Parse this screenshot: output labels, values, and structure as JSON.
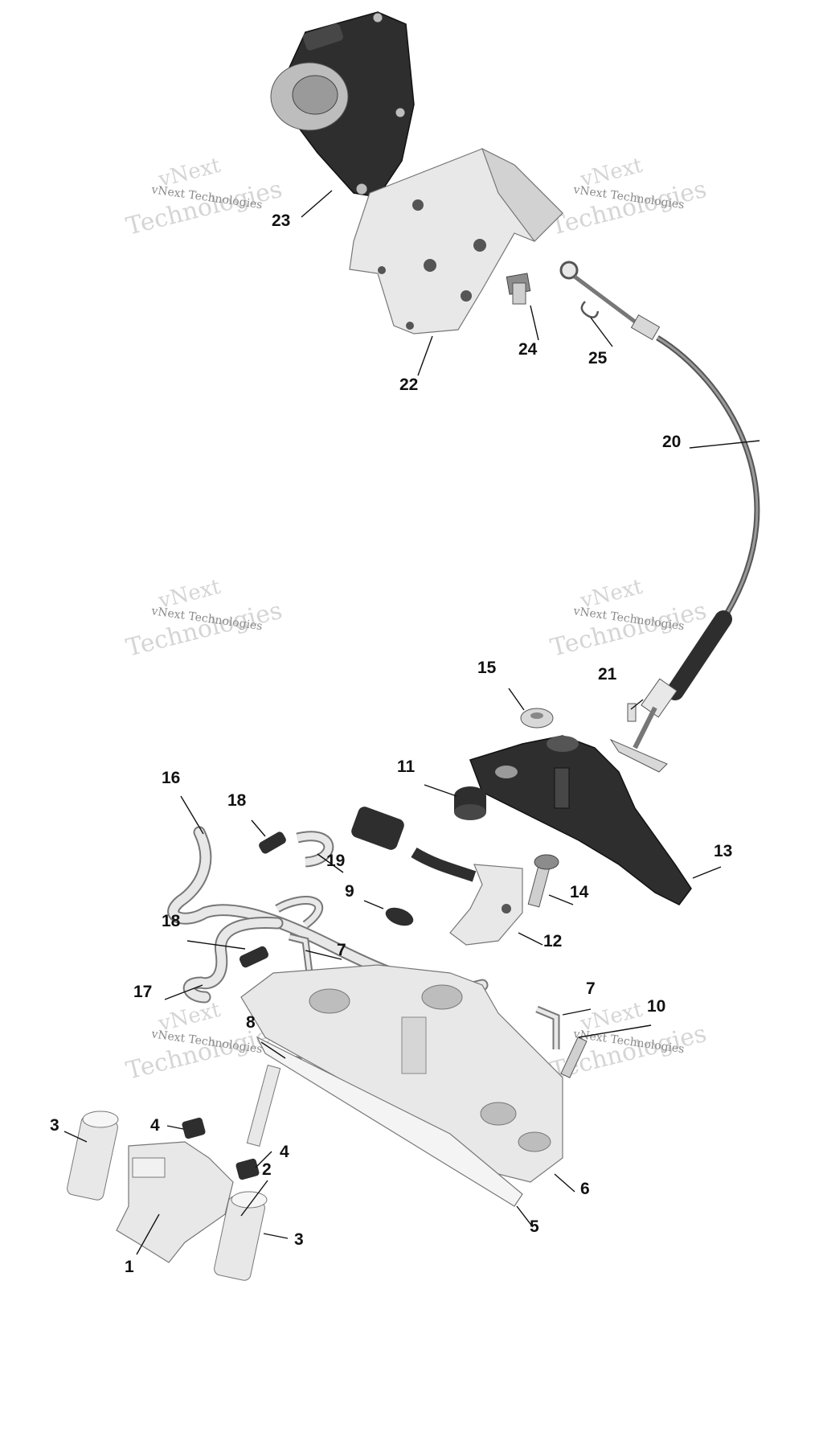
{
  "watermark": {
    "line1": "vNext Technologies",
    "big_a": "vNext",
    "big_b": "Technologies"
  },
  "callouts": {
    "c1": "1",
    "c2": "2",
    "c3a": "3",
    "c3b": "3",
    "c4a": "4",
    "c4b": "4",
    "c5": "5",
    "c6": "6",
    "c7a": "7",
    "c7b": "7",
    "c8": "8",
    "c9": "9",
    "c10": "10",
    "c11": "11",
    "c12": "12",
    "c13": "13",
    "c14": "14",
    "c15": "15",
    "c16": "16",
    "c17": "17",
    "c18a": "18",
    "c18b": "18",
    "c19": "19",
    "c20": "20",
    "c21": "21",
    "c22": "22",
    "c23": "23",
    "c24": "24",
    "c25": "25"
  },
  "colors": {
    "dark_part": "#2e2e2e",
    "light_part": "#e8e8e8",
    "mid_part": "#bdbdbd"
  }
}
